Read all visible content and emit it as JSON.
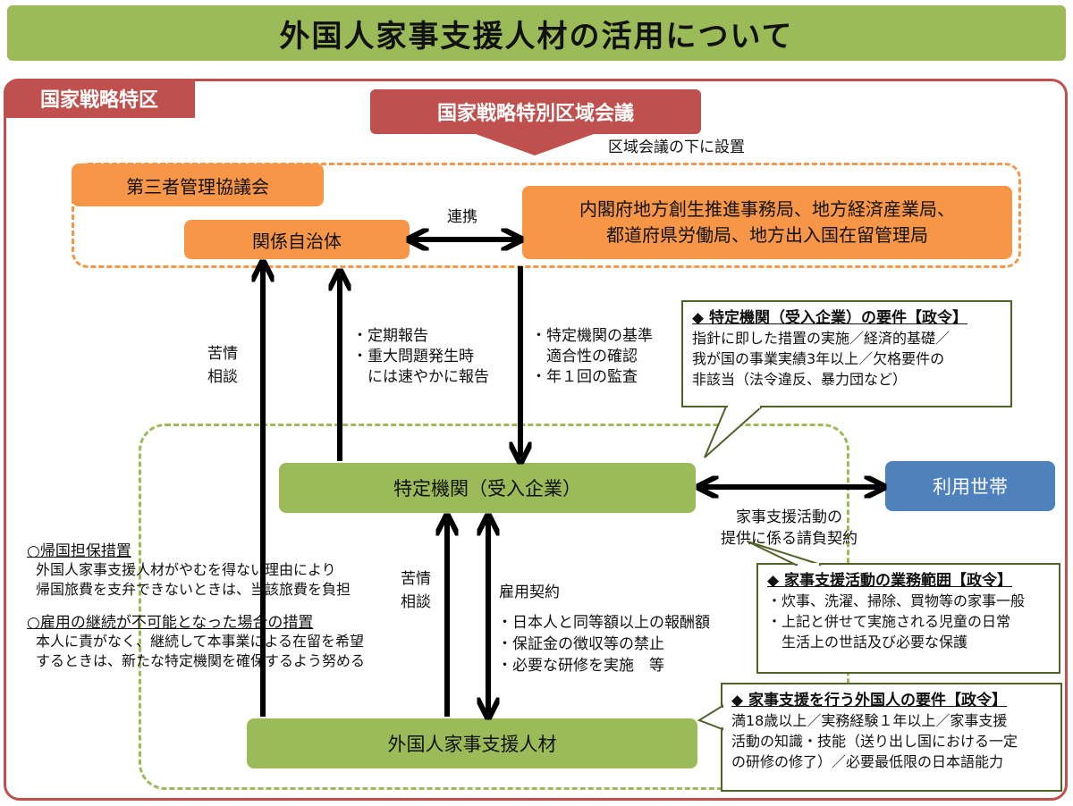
{
  "title": "外国人家事支援人材の活用について",
  "zone": {
    "label": "国家戦略特区",
    "council": "国家戦略特別区域会議",
    "council_note": "区域会議の下に設置"
  },
  "committee": {
    "third_party": "第三者管理協議会",
    "local_gov": "関係自治体",
    "link_label": "連携",
    "agencies_line1": "内閣府地方創生推進事務局、地方経済産業局、",
    "agencies_line2": "都道府県労働局、地方出入国在留管理局"
  },
  "flows": {
    "complaint_line1": "苦情",
    "complaint_line2": "相談",
    "report_line1": "・定期報告",
    "report_line2": "・重大問題発生時",
    "report_line3": "　には速やかに報告",
    "audit_line1": "・特定機関の基準",
    "audit_line2": "　適合性の確認",
    "audit_line3": "・年１回の監査",
    "complaint2_line1": "苦情",
    "complaint2_line2": "相談",
    "employment_label": "雇用契約",
    "employment_line1": "・日本人と同等額以上の報酬額",
    "employment_line2": "・保証金の徴収等の禁止",
    "employment_line3": "・必要な研修を実施　等",
    "contract_line1": "家事支援活動の",
    "contract_line2": "提供に係る請負契約"
  },
  "entities": {
    "company": "特定機関（受入企業）",
    "household": "利用世帯",
    "worker": "外国人家事支援人材"
  },
  "requirements": {
    "company": {
      "title": "◆ 特定機関（受入企業）の要件【政令】",
      "line1": "指針に即した措置の実施／経済的基礎／",
      "line2": "我が国の事業実績3年以上／欠格要件の",
      "line3": "非該当（法令違反、暴力団など）"
    },
    "scope": {
      "title": "◆ 家事支援活動の業務範囲【政令】",
      "line1": "・炊事、洗濯、掃除、買物等の家事一般",
      "line2": "・上記と併せて実施される児童の日常",
      "line3": "　生活上の世話及び必要な保護"
    },
    "worker": {
      "title": "◆ 家事支援を行う外国人の要件【政令】",
      "line1": "満18歳以上／実務経験１年以上／家事支援",
      "line2": "活動の知識・技能（送り出し国における一定",
      "line3": "の研修の修了）／必要最低限の日本語能力"
    }
  },
  "left_notes": {
    "return_title": "○帰国担保措置",
    "return_line1": "外国人家事支援人材がやむを得ない理由により",
    "return_line2": "帰国旅費を支弁できないときは、当該旅費を負担",
    "continue_title": "○雇用の継続が不可能となった場合の措置",
    "continue_line1": "本人に責がなく、継続して本事業による在留を希望",
    "continue_line2": "するときは、新たな特定機関を確保するよう努める"
  },
  "colors": {
    "title_green": "#9bbb59",
    "zone_red": "#c0504d",
    "orange": "#f79646",
    "green": "#9bbb59",
    "blue": "#4f81bd"
  }
}
